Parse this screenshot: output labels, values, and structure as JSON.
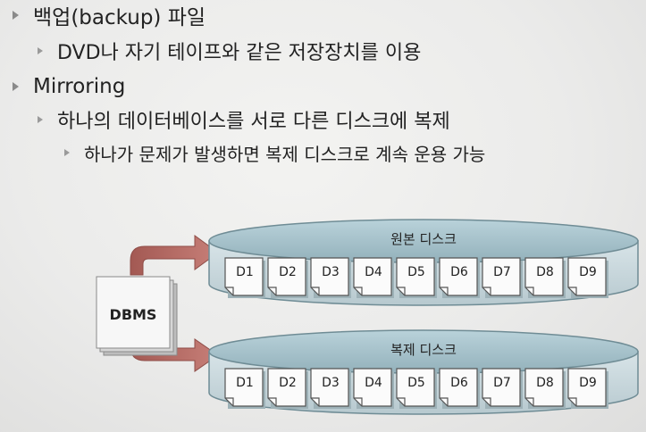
{
  "bullets": [
    {
      "level": 1,
      "text": "백업(backup) 파일"
    },
    {
      "level": 2,
      "text": "DVD나 자기 테이프와 같은 저장장치를 이용"
    },
    {
      "level": 1,
      "text": "Mirroring"
    },
    {
      "level": 2,
      "text": "하나의 데이터베이스를 서로 다른 디스크에 복제"
    },
    {
      "level": 3,
      "text": "하나가 문제가 발생하면 복제 디스크로 계속 운용 가능"
    }
  ],
  "diagram": {
    "dbms_label": "DBMS",
    "original_disk_label": "원본 디스크",
    "replica_disk_label": "복제 디스크",
    "blocks": [
      "D1",
      "D2",
      "D3",
      "D4",
      "D5",
      "D6",
      "D7",
      "D8",
      "D9"
    ],
    "colors": {
      "disk_top": "#a9c4cd",
      "arrow": "#b36c66",
      "block_fill": "#fbfbfb"
    }
  }
}
